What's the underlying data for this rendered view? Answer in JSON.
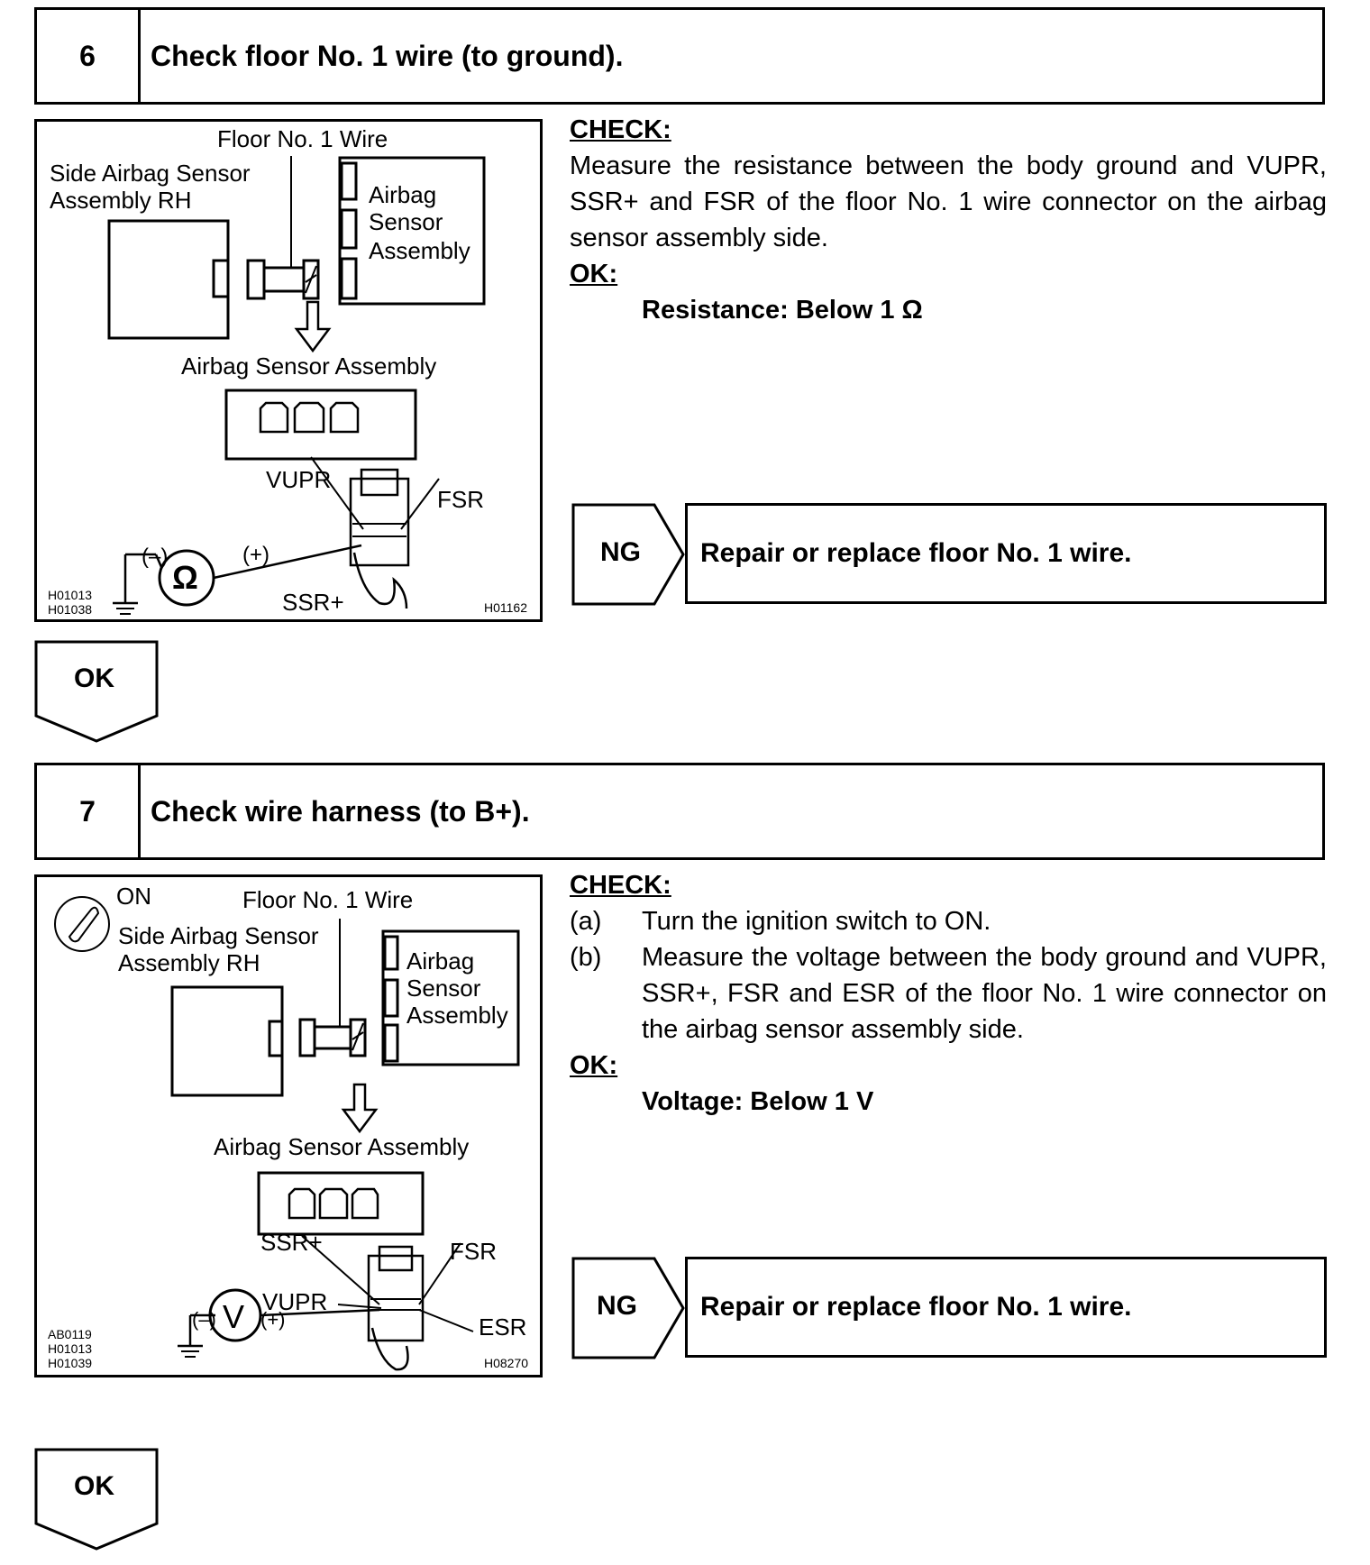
{
  "step6": {
    "number": "6",
    "title": "Check floor No. 1 wire (to ground).",
    "diagram": {
      "top_label": "Floor No. 1 Wire",
      "side_label_1": "Side Airbag Sensor",
      "side_label_2": "Assembly RH",
      "box_label_1": "Airbag",
      "box_label_2": "Sensor",
      "box_label_3": "Assembly",
      "assembly_label": "Airbag Sensor Assembly",
      "vupr": "VUPR",
      "fsr": "FSR",
      "neg": "(–)",
      "pos": "(+)",
      "meter_symbol": "Ω",
      "ssr": "SSR+",
      "code_1": "H01013",
      "code_2": "H01038",
      "code_3": "H01162"
    },
    "check_header": "CHECK:",
    "check_text": "Measure the resistance between the body ground and VUPR, SSR+ and FSR of the floor No. 1 wire connector on the airbag sensor assembly side.",
    "ok_header": "OK:",
    "ok_spec": "Resistance: Below 1 Ω",
    "ng_label": "NG",
    "ng_action": "Repair or replace floor No. 1 wire.",
    "ok_label": "OK"
  },
  "step7": {
    "number": "7",
    "title": "Check wire harness (to B+).",
    "diagram": {
      "on_label": "ON",
      "top_label": "Floor No. 1 Wire",
      "side_label_1": "Side Airbag Sensor",
      "side_label_2": "Assembly RH",
      "box_label_1": "Airbag",
      "box_label_2": "Sensor",
      "box_label_3": "Assembly",
      "assembly_label": "Airbag Sensor Assembly",
      "ssr": "SSR+",
      "fsr": "FSR",
      "vupr": "VUPR",
      "esr": "ESR",
      "neg": "(–)",
      "pos": "(+)",
      "meter_symbol": "V",
      "code_1": "AB0119",
      "code_2": "H01013",
      "code_3": "H01039",
      "code_4": "H08270"
    },
    "check_header": "CHECK:",
    "items": [
      {
        "marker": "(a)",
        "text": "Turn the ignition switch to ON."
      },
      {
        "marker": "(b)",
        "text": "Measure the voltage between the body ground and VUPR, SSR+, FSR and ESR of the floor No. 1 wire connector on the airbag sensor assembly side."
      }
    ],
    "ok_header": "OK:",
    "ok_spec": "Voltage: Below 1 V",
    "ng_label": "NG",
    "ng_action": "Repair or replace floor No. 1 wire.",
    "ok_label": "OK"
  }
}
